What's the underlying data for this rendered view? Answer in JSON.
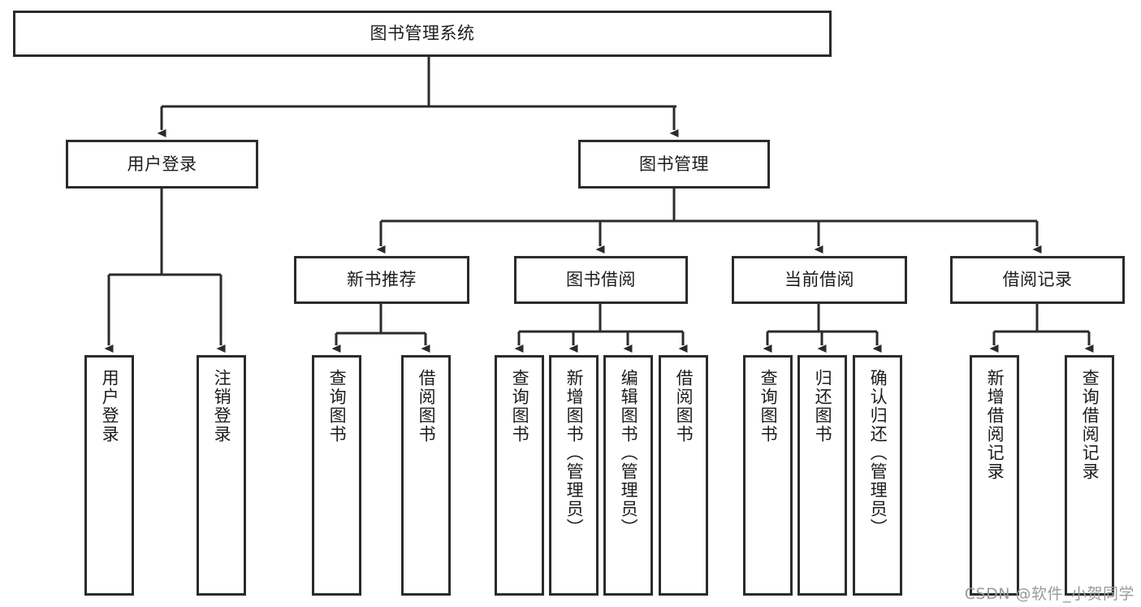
{
  "diagram": {
    "title": "图书管理系统",
    "type": "hierarchy-tree",
    "watermark": "CSDN @软件_小贺同学",
    "colors": {
      "stroke": "#2b2b2b",
      "fill": "#ffffff",
      "text": "#1c1c1c",
      "watermark": "#9a9a9a"
    },
    "root": {
      "label": "图书管理系统"
    },
    "level1": [
      {
        "label": "用户登录"
      },
      {
        "label": "图书管理"
      }
    ],
    "level2": [
      {
        "label": "新书推荐"
      },
      {
        "label": "图书借阅"
      },
      {
        "label": "当前借阅"
      },
      {
        "label": "借阅记录"
      }
    ],
    "leaves": {
      "user_login": [
        {
          "label": "用户登录"
        },
        {
          "label": "注销登录"
        }
      ],
      "new_book_recommend": [
        {
          "label": "查询图书"
        },
        {
          "label": "借阅图书"
        }
      ],
      "book_borrow": [
        {
          "label": "查询图书"
        },
        {
          "label": "新增图书（管理员）"
        },
        {
          "label": "编辑图书（管理员）"
        },
        {
          "label": "借阅图书"
        }
      ],
      "current_borrow": [
        {
          "label": "查询图书"
        },
        {
          "label": "归还图书"
        },
        {
          "label": "确认归还（管理员）"
        }
      ],
      "borrow_record": [
        {
          "label": "新增借阅记录"
        },
        {
          "label": "查询借阅记录"
        }
      ]
    }
  }
}
